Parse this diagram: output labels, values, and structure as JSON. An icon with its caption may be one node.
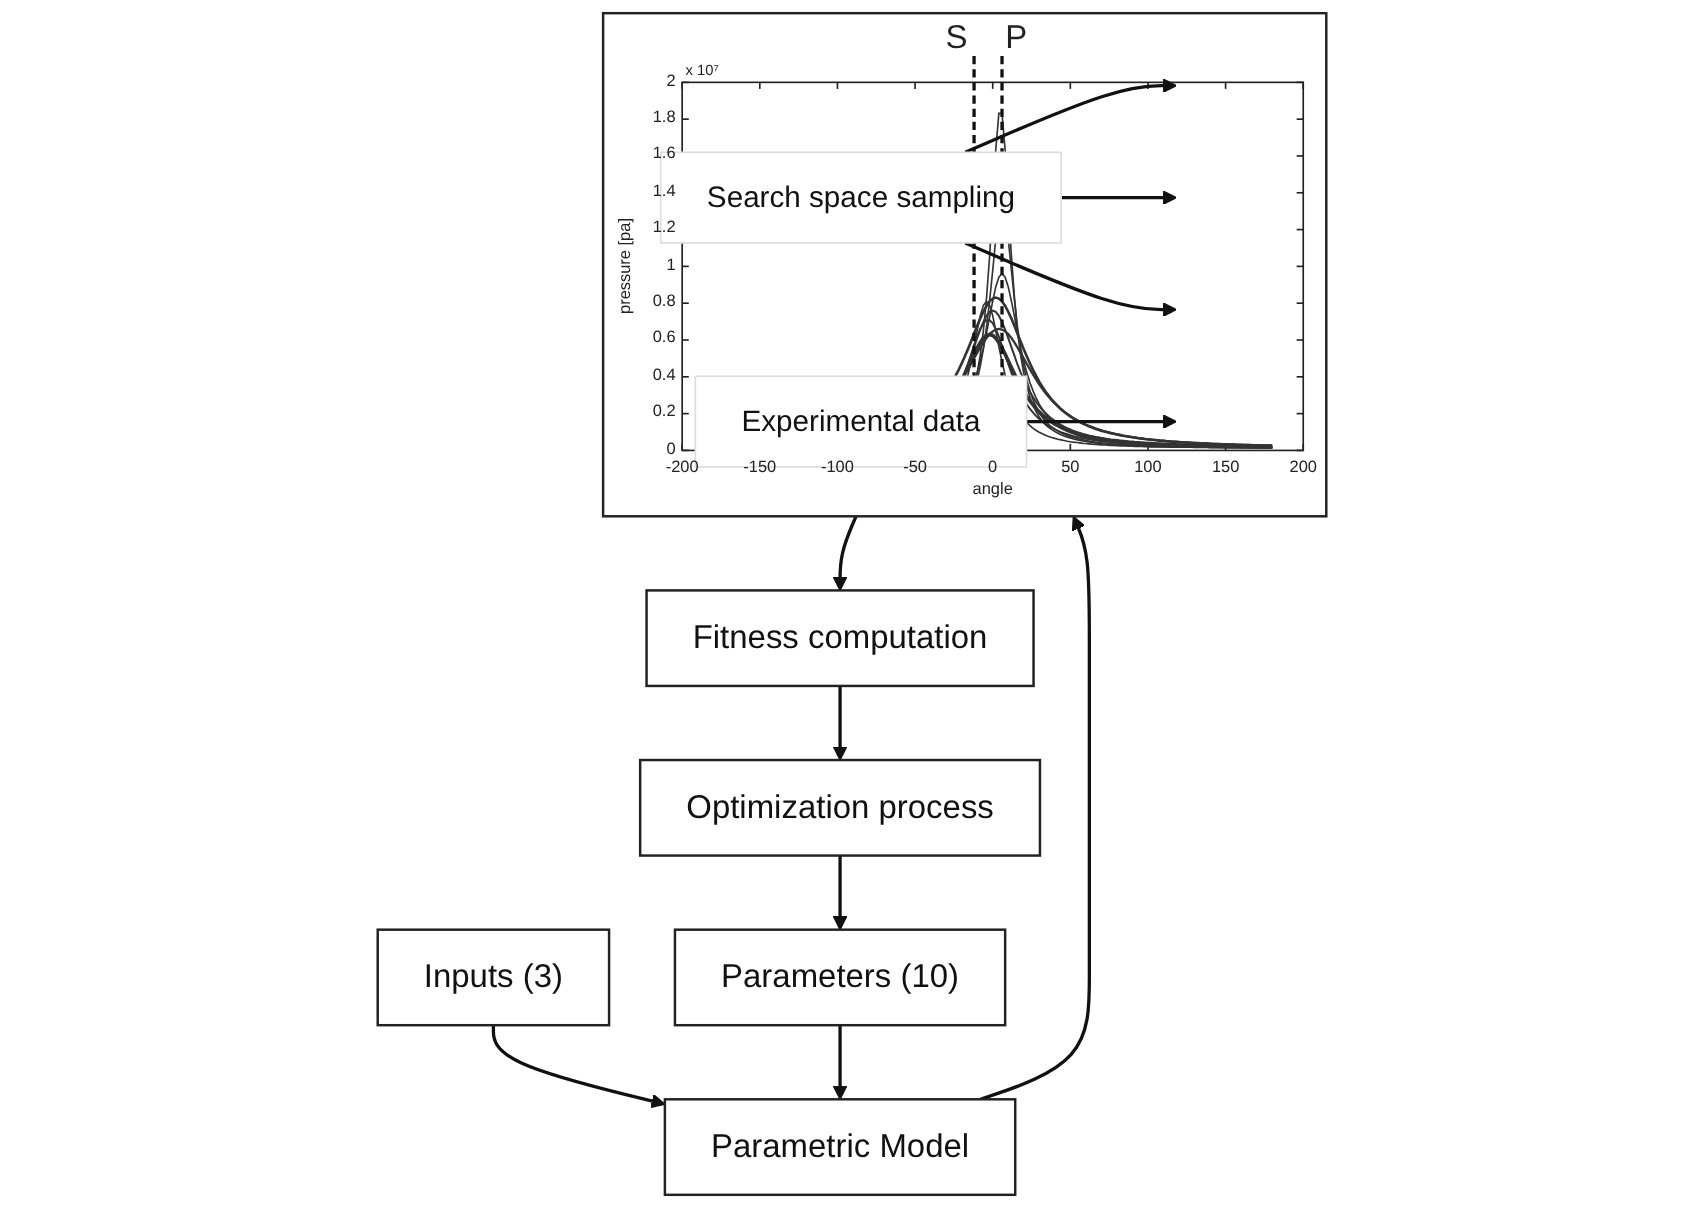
{
  "diagram": {
    "nodes": [
      {
        "text": [
          "Inputs (3)"
        ]
      },
      {
        "text": [
          "Parametric Model"
        ]
      },
      {
        "text": [],
        "shape": "picture"
      },
      {
        "text": [
          "Search space sampling"
        ],
        "in": 2
      },
      {
        "text": [
          "Experimental data"
        ],
        "in": 2
      },
      {
        "text": [
          "Parameters (10)"
        ]
      },
      {
        "text": [
          "Optimization process"
        ]
      },
      {
        "text": [
          "Fitness computation"
        ]
      }
    ],
    "edges": [
      {
        "from": 0,
        "to": 1,
        "arrow": "to"
      },
      {
        "from": 1,
        "to": 2,
        "arrow": "to"
      },
      {
        "from": 3,
        "to": null,
        "arrow": "to"
      },
      {
        "from": 3,
        "to": null,
        "arrow": "to"
      },
      {
        "from": 3,
        "to": null,
        "arrow": "to"
      },
      {
        "from": 4,
        "to": null,
        "arrow": "to"
      },
      {
        "from": 2,
        "to": 7,
        "arrow": "to"
      },
      {
        "from": 7,
        "to": 6,
        "arrow": "to"
      },
      {
        "from": 6,
        "to": 5,
        "arrow": "to"
      },
      {
        "from": 5,
        "to": 1,
        "arrow": "to"
      }
    ],
    "labels": [
      "S",
      "P",
      "x 10⁷",
      "2",
      "1.8",
      "1.6",
      "1.4",
      "1.2",
      "1",
      "0.8",
      "0.6",
      "0.4",
      "0.2",
      "0",
      "pressure [pa]",
      "-200",
      "-150",
      "-100",
      "-50",
      "0",
      "50",
      "100",
      "150",
      "200",
      "angle"
    ]
  }
}
